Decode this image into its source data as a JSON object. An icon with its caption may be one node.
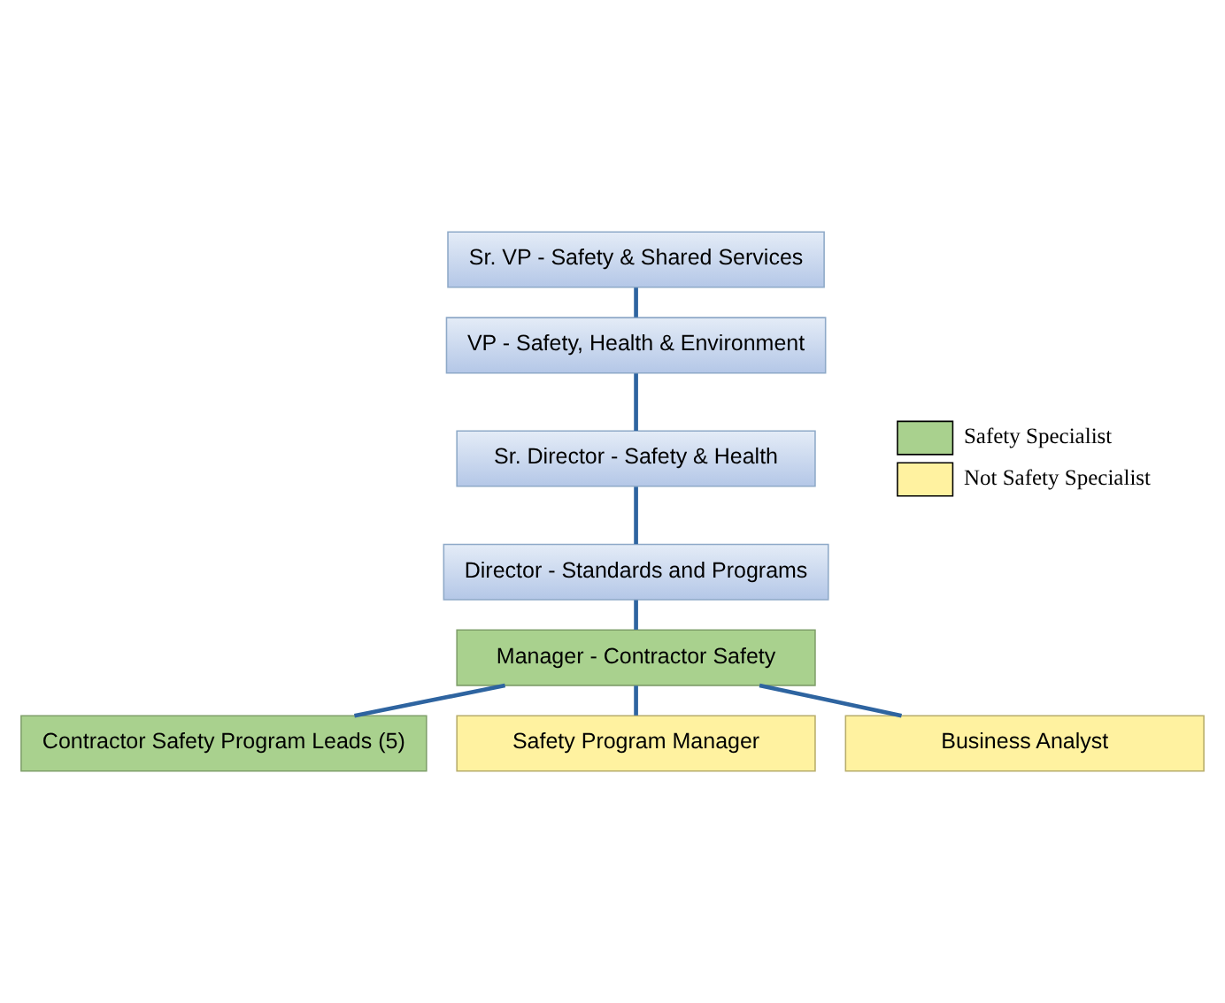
{
  "diagram": {
    "nodes": [
      {
        "text": [
          "Sr. VP - Safety & Shared Services"
        ]
      },
      {
        "text": [
          "VP - Safety, Health & Environment"
        ]
      },
      {
        "text": [
          "Sr. Director - Safety & Health"
        ]
      },
      {
        "text": [
          "Director - Standards and Programs"
        ]
      },
      {
        "text": [
          "Manager - Contractor Safety"
        ]
      },
      {
        "text": [
          "Contractor Safety Program Leads (5)"
        ]
      },
      {
        "text": [
          "Safety Program Manager"
        ]
      },
      {
        "text": [
          "Business Analyst"
        ]
      }
    ],
    "edges": [
      {
        "from": 0,
        "to": 1,
        "arrow": "none"
      },
      {
        "from": 1,
        "to": 2,
        "arrow": "none"
      },
      {
        "from": 2,
        "to": 3,
        "arrow": "none"
      },
      {
        "from": 3,
        "to": 4,
        "arrow": "none"
      },
      {
        "from": 4,
        "to": 5,
        "arrow": "none"
      },
      {
        "from": 4,
        "to": 6,
        "arrow": "none"
      },
      {
        "from": 4,
        "to": 7,
        "arrow": "none"
      }
    ],
    "legend": [
      {
        "text": "Safety Specialist",
        "color": "#a9d18e"
      },
      {
        "text": "Not Safety Specialist",
        "color": "#fff2a0"
      }
    ]
  }
}
